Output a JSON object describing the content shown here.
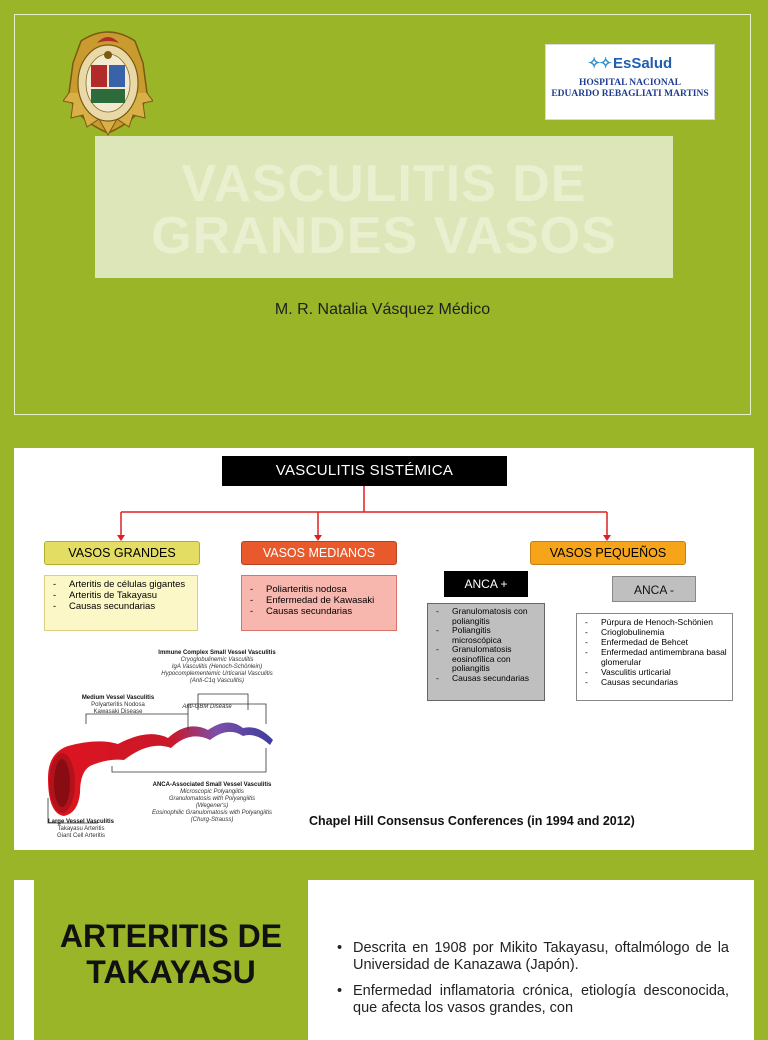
{
  "slide1": {
    "logo_right": {
      "brand": "EsSalud",
      "line1": "HOSPITAL NACIONAL",
      "line2": "EDUARDO REBAGLIATI MARTINS"
    },
    "title": "VASCULITIS DE GRANDES VASOS",
    "author": "M. R. Natalia Vásquez Médico",
    "colors": {
      "background": "#9bb529",
      "title_box": "#dce6b8"
    }
  },
  "slide2": {
    "title": "VASCULITIS SISTÉMICA",
    "categories": [
      {
        "label": "VASOS GRANDES",
        "color": "#e3dd63",
        "items": [
          "Arteritis de células gigantes",
          "Arteritis de Takayasu",
          "Causas secundarias"
        ]
      },
      {
        "label": "VASOS MEDIANOS",
        "color": "#e8592b",
        "items": [
          "Poliarteritis nodosa",
          "Enfermedad de Kawasaki",
          "Causas secundarias"
        ]
      },
      {
        "label": "VASOS PEQUEÑOS",
        "color": "#f6a51a"
      }
    ],
    "anca_pos": {
      "label": "ANCA +",
      "items": [
        "Granulomatosis con poliangitis",
        "Poliangitis microscópica",
        "Granulomatosis eosinofílica con poliangitis",
        "Causas secundarias"
      ]
    },
    "anca_neg": {
      "label": "ANCA -",
      "items": [
        "Púrpura de Henoch-Schönien",
        "Crioglobulinemia",
        "Enfermedad de Behcet",
        "Enfermedad antimembrana basal glomerular",
        "Vasculitis urticarial",
        "Causas secundarias"
      ]
    },
    "figure": {
      "immune_title": "Immune Complex Small Vessel Vasculitis",
      "immune_items": [
        "Cryoglobulinemic Vasculitis",
        "IgA Vasculitis (Henoch-Schönlein)",
        "Hypocomplementemic Urticarial Vasculitis",
        "(Anti-C1q Vasculitis)"
      ],
      "anti_gbm": "Anti-GBM Disease",
      "medium_title": "Medium Vessel Vasculitis",
      "medium_items": [
        "Polyarteritis Nodosa",
        "Kawasaki Disease"
      ],
      "anca_title": "ANCA-Associated Small Vessel Vasculitis",
      "anca_items": [
        "Microscopic Polyangiitis",
        "Granulomatosis with Polyangiitis",
        "(Wegener's)",
        "Eosinophilic Granulomatosis with Polyangiitis",
        "(Churg-Strauss)"
      ],
      "large_title": "Large Vessel Vasculitis",
      "large_items": [
        "Takayasu Arteritis",
        "Giant Cell Arteritis"
      ]
    },
    "caption": "Chapel Hill Consensus Conferences (in 1994 and 2012)"
  },
  "slide3": {
    "title": "ARTERITIS DE TAKAYASU",
    "bullets": [
      "Descrita en 1908 por Mikito Takayasu, oftalmólogo de la Universidad de Kanazawa (Japón).",
      "Enfermedad inflamatoria crónica, etiología desconocida, que afecta los vasos grandes, con"
    ]
  }
}
